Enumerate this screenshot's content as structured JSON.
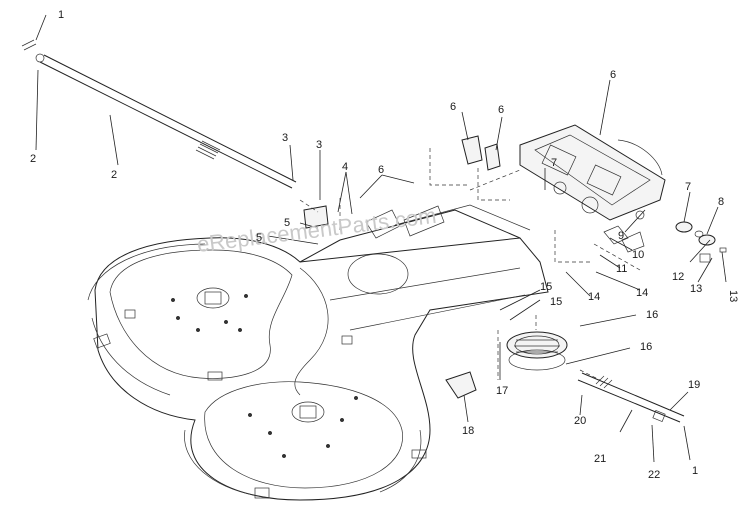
{
  "watermark": "eReplacementParts.com",
  "callouts": [
    "1",
    "2",
    "2",
    "3",
    "3",
    "4",
    "5",
    "5",
    "6",
    "6",
    "6",
    "6",
    "7",
    "7",
    "8",
    "9",
    "10",
    "11",
    "12",
    "13",
    "13",
    "14",
    "14",
    "15",
    "15",
    "16",
    "16",
    "17",
    "18",
    "19",
    "20",
    "21",
    "22"
  ]
}
